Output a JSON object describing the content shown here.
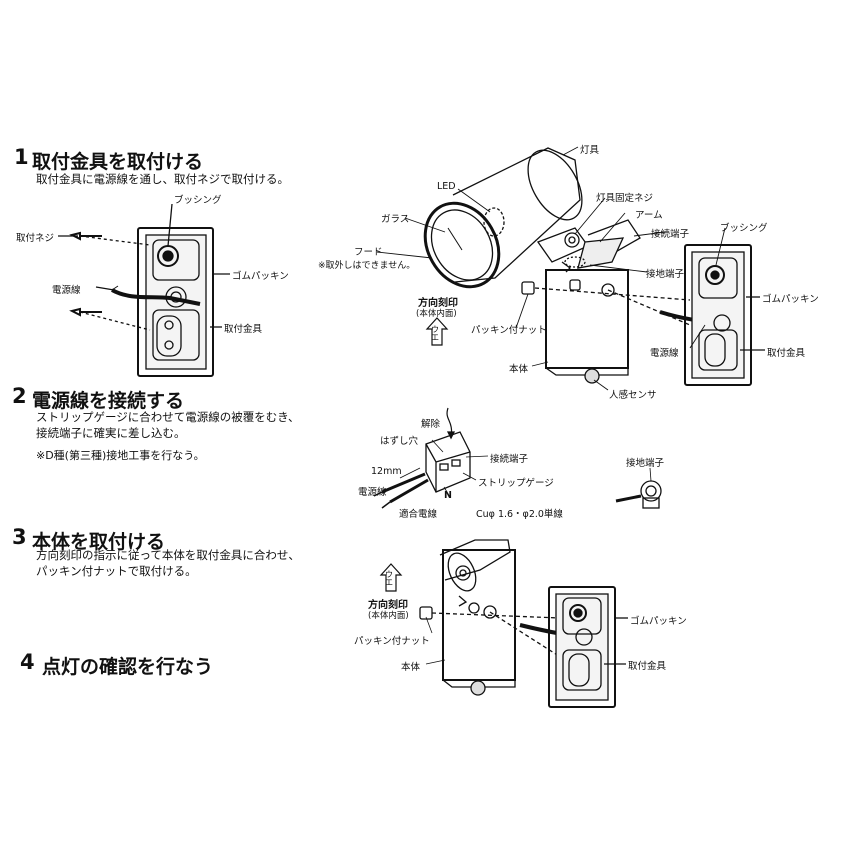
{
  "steps": [
    {
      "num": "1",
      "title": "取付金具を取付ける",
      "desc": [
        "取付金具に電源線を通し、取付ネジで取付ける。"
      ]
    },
    {
      "num": "2",
      "title": "電源線を接続する",
      "desc": [
        "ストリップゲージに合わせて電源線の被覆をむき、",
        "接続端子に確実に差し込む。",
        "※D種(第三種)接地工事を行なう。"
      ]
    },
    {
      "num": "3",
      "title": "本体を取付ける",
      "desc": [
        "方向刻印の指示に従って本体を取付金具に合わせ、",
        "パッキン付ナットで取付ける。"
      ]
    },
    {
      "num": "4",
      "title": "点灯の確認を行なう",
      "desc": []
    }
  ],
  "fig1": {
    "screw": "取付ネジ",
    "bushing": "ブッシング",
    "rubber": "ゴムパッキン",
    "wire": "電源線",
    "bracket": "取付金具"
  },
  "main_fig": {
    "lamp": "灯具",
    "led": "LED",
    "glass": "ガラス",
    "hood": "フード",
    "hood_note": "※取外しはできません。",
    "fix_screw": "灯具固定ネジ",
    "arm": "アーム",
    "terminal": "接続端子",
    "ground": "接地端子",
    "bushing": "ブッシング",
    "rubber": "ゴムパッキン",
    "mark": "方向刻印",
    "mark_sub": "(本体内面)",
    "nut": "パッキン付ナット",
    "wire": "電源線",
    "bracket": "取付金具",
    "body": "本体",
    "sensor": "人感センサ",
    "up_arrow": "ウエ"
  },
  "fig2": {
    "release": "解除",
    "hole": "はずし穴",
    "terminal": "接続端子",
    "len": "12mm",
    "wire": "電源線",
    "gauge": "ストリップゲージ",
    "n": "N",
    "fit_label": "適合電線",
    "fit_value": "Cuφ 1.6・φ2.0単線",
    "ground": "接地端子"
  },
  "fig3": {
    "up_arrow": "ウエ",
    "mark": "方向刻印",
    "mark_sub": "(本体内面)",
    "nut": "パッキン付ナット",
    "body": "本体",
    "rubber": "ゴムパッキン",
    "bracket": "取付金具"
  }
}
